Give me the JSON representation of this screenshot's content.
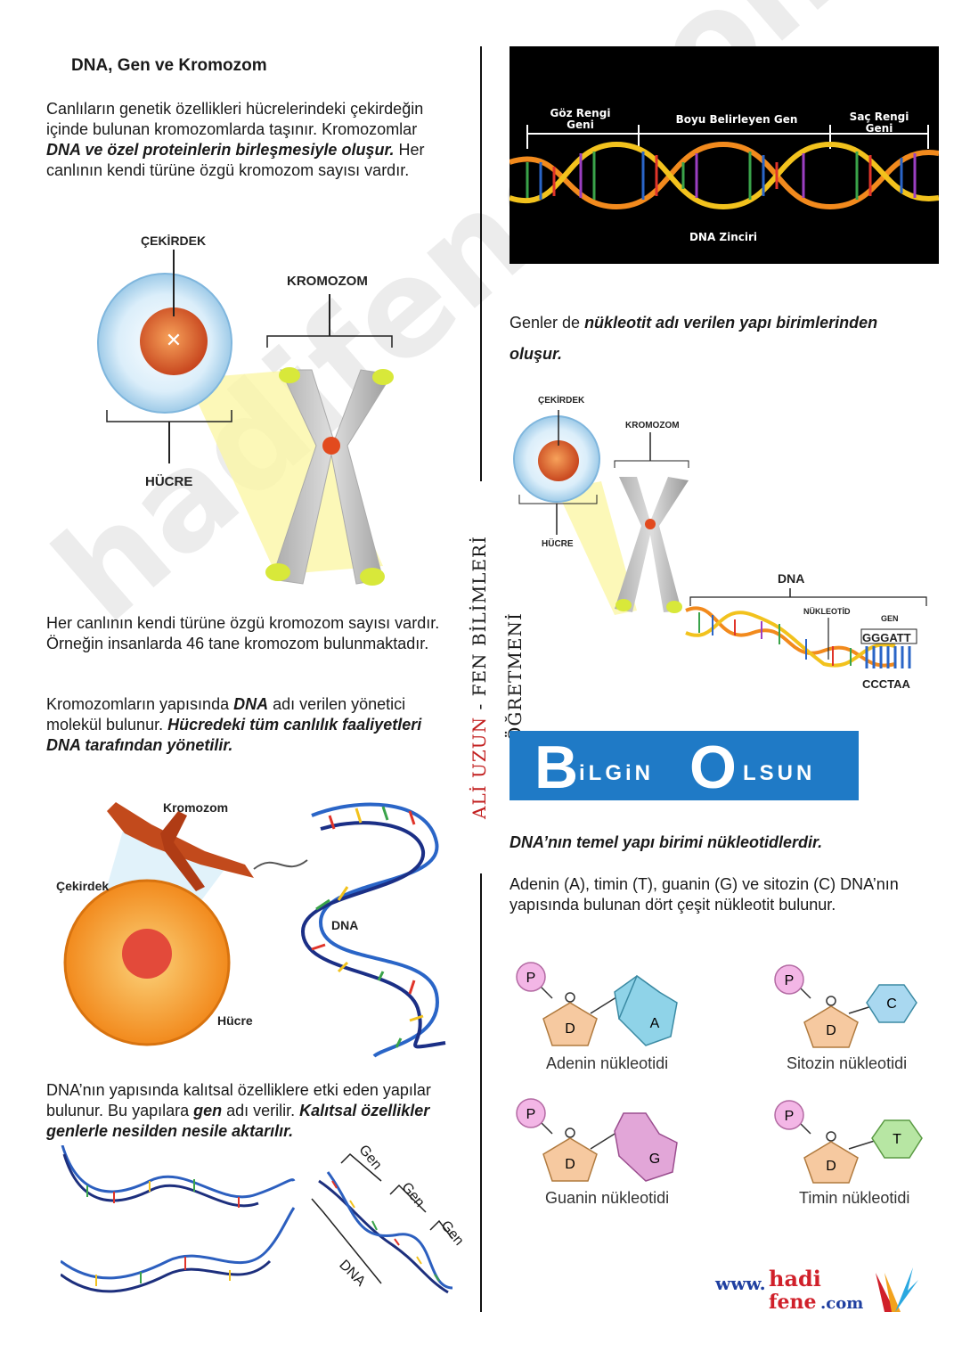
{
  "header": {
    "title": "DNA, Gen ve  Kromozom"
  },
  "left": {
    "p1_parts": [
      "Canlıların genetik özellikleri hücrelerindeki çekirdeğin içinde bulunan kromozomlarda taşınır. Kromozomlar ",
      "DNA ve özel proteinlerin birleşmesiyle oluşur.",
      " Her canlının kendi türüne özgü kromozom sayısı vardır."
    ],
    "fig1": {
      "nucleus": "ÇEKİRDEK",
      "chromosome": "KROMOZOM",
      "cell": "HÜCRE"
    },
    "p2": "Her canlının kendi türüne özgü kromozom sayısı vardır. Örneğin insanlarda 46 tane kromozom bulunmaktadır.",
    "p3_parts": [
      "Kromozomların yapısında ",
      "DNA",
      " adı verilen yönetici molekül bulunur. ",
      "Hücredeki tüm canlılık faaliyetleri DNA tarafından yönetilir."
    ],
    "fig2": {
      "chromosome": "Kromozom",
      "nucleus": "Çekirdek",
      "dna": "DNA",
      "cell": "Hücre"
    },
    "p4_parts": [
      "DNA’nın yapısında kalıtsal özelliklere etki eden yapılar bulunur. Bu yapılara ",
      "gen",
      " adı verilir. ",
      "Kalıtsal özellikler genlerle nesilden nesile aktarılır."
    ],
    "fig3": {
      "gen1": "Gen",
      "gen2": "Gen",
      "gen3": "Gen",
      "dna": "DNA"
    }
  },
  "divider_text": {
    "name": "ALİ UZUN",
    "dash": " - ",
    "role": "FEN BİLİMLERİ ÖĞRETMENİ"
  },
  "watermark": "hadifene.com",
  "right": {
    "dna_chain": {
      "eye": "Göz Rengi\nGeni",
      "height": "Boyu Belirleyen Gen",
      "hair": "Saç Rengi\nGeni",
      "chain": "DNA Zinciri"
    },
    "p1_parts": [
      "Genler de ",
      "nükleotit adı verilen yapı birimlerinden oluşur."
    ],
    "fig4": {
      "nucleus": "ÇEKİRDEK",
      "chromosome": "KROMOZOM",
      "cell": "HÜCRE",
      "dna": "DNA",
      "nucleotide": "NÜKLEOTİD",
      "gene": "GEN",
      "seq_top": "GGGATT",
      "seq_bottom": "CCCTAA"
    },
    "banner": {
      "b": "B",
      "ilgin": "iLGiN",
      "o": "O",
      "lsun": "LSUN"
    },
    "p2": "DNA’nın temel yapı birimi nükleotidlerdir.",
    "p3": "Adenin (A), timin (T), guanin (G) ve sitozin (C) DNA’nın yapısında bulunan dört çeşit nükleotit bulunur.",
    "nucleotides": [
      {
        "p": "P",
        "d": "D",
        "base": "A",
        "label": "Adenin nükleotidi",
        "color": "#8fd3e8"
      },
      {
        "p": "P",
        "d": "D",
        "base": "C",
        "label": "Sitozin nükleotidi",
        "color": "#a9d8f0"
      },
      {
        "p": "P",
        "d": "D",
        "base": "G",
        "label": "Guanin nükleotidi",
        "color": "#e2a6d8"
      },
      {
        "p": "P",
        "d": "D",
        "base": "T",
        "label": "Timin nükleotidi",
        "color": "#b7e6a3"
      }
    ],
    "logo": {
      "www": "www.",
      "hadi": "hadi",
      "fene": "fene",
      "com": ".com"
    }
  },
  "colors": {
    "banner_blue": "#1f7ac6",
    "pentagon": "#f6c9a0",
    "phosphate": "#f3b6e6",
    "logo_blue": "#1f3fa0",
    "logo_red": "#d0202a"
  }
}
